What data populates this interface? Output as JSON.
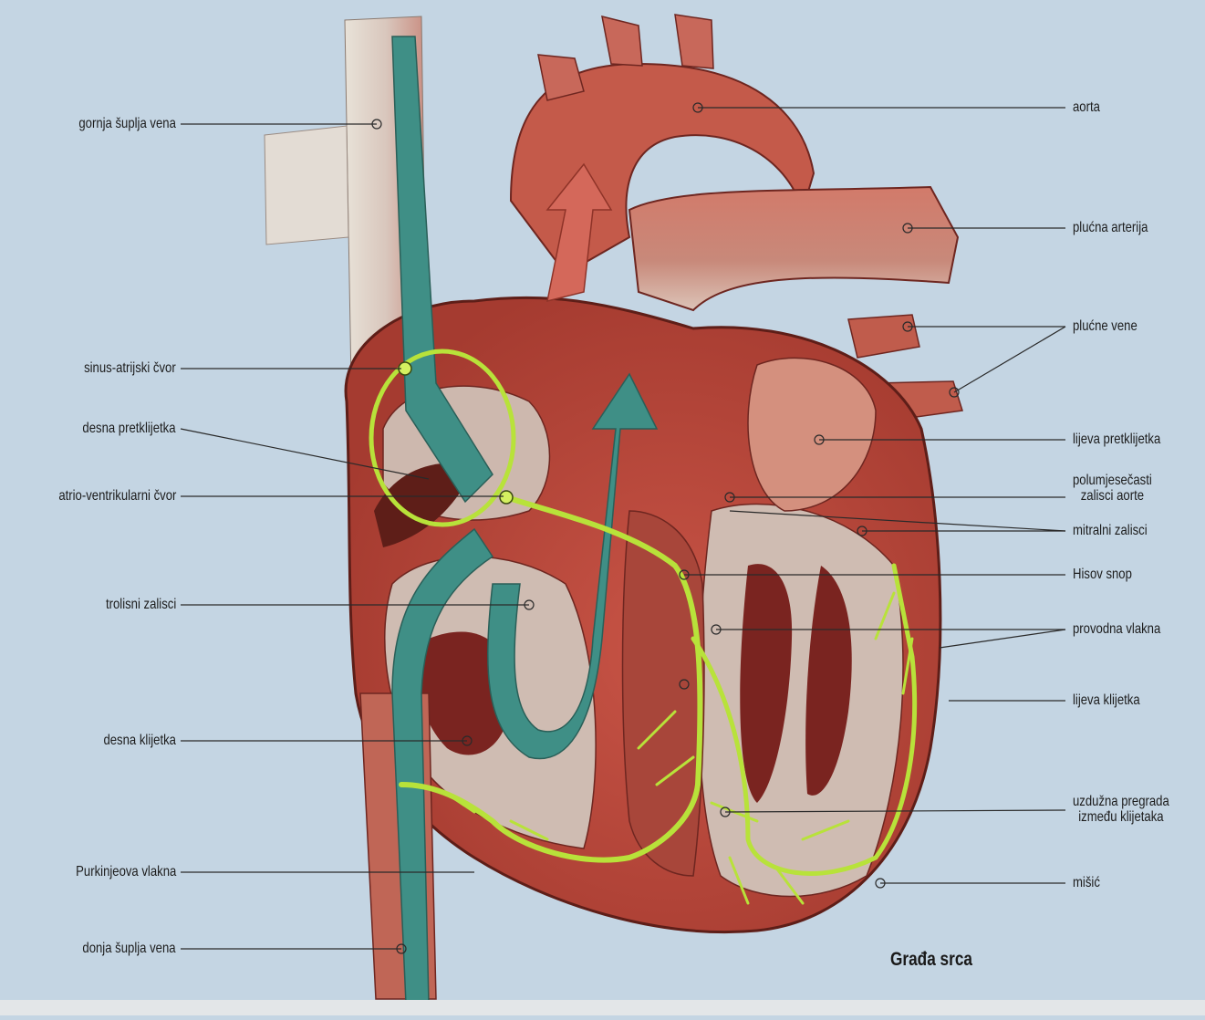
{
  "diagram": {
    "title": "Građa srca",
    "labels_left": {
      "superior_vena_cava": "gornja šuplja vena",
      "sa_node": "sinus-atrijski čvor",
      "right_atrium": "desna pretklijetka",
      "av_node": "atrio-ventrikularni čvor",
      "tricuspid_valve": "trolisni zalisci",
      "right_ventricle": "desna klijetka",
      "purkinje_fibers": "Purkinjeova vlakna",
      "inferior_vena_cava": "donja šuplja vena"
    },
    "labels_right": {
      "aorta": "aorta",
      "pulmonary_artery": "plućna arterija",
      "pulmonary_veins": "plućne vene",
      "left_atrium": "lijeva pretklijetka",
      "aortic_valve_line1": "polumjesečasti",
      "aortic_valve_line2": "zalisci aorte",
      "mitral_valve": "mitralni zalisci",
      "his_bundle": "Hisov snop",
      "conducting_fibers": "provodna vlakna",
      "left_ventricle": "lijeva klijetka",
      "septum_line1": "uzdužna pregrada",
      "septum_line2": "između klijetaka",
      "muscle": "mišić"
    },
    "colors": {
      "background": "#c4d5e3",
      "muscle": "#b8483a",
      "muscle_dark": "#7a2420",
      "chamber": "#c9b3aa",
      "vein_blue": "#3f8f86",
      "conduction_green": "#b8e23a",
      "leader_line": "#2a2a2a"
    }
  }
}
